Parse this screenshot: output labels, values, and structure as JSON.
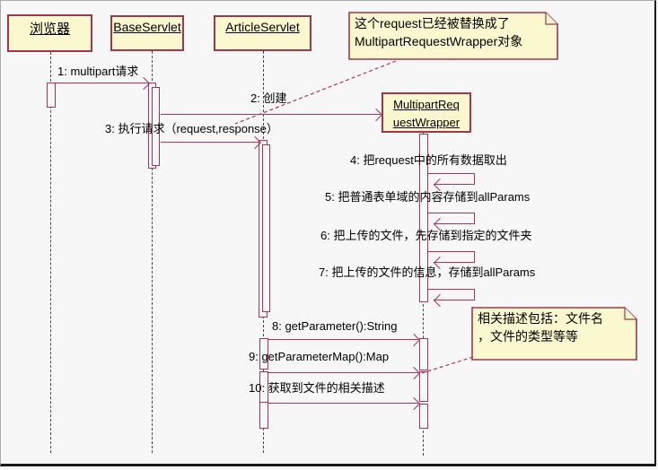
{
  "theme": {
    "line_color": "#b13158",
    "box_border": "#a2364b",
    "box_fill": "#fbf8cf",
    "lifeline_color": "#4a4a4a",
    "text_color": "#000000",
    "canvas_bg": "#f7f7f7"
  },
  "participants": [
    {
      "name": "browser",
      "label": "浏览器"
    },
    {
      "name": "base-servlet",
      "label": "BaseServlet"
    },
    {
      "name": "article-servlet",
      "label": "ArticleServlet"
    },
    {
      "name": "multipart-request-wrapper",
      "label": "MultipartReq\nuestWrapper"
    }
  ],
  "messages": [
    {
      "label": "1: multipart请求",
      "from": "浏览器",
      "to": "BaseServlet",
      "kind": "call"
    },
    {
      "label": "2: 创建",
      "from": "BaseServlet",
      "to": "MultipartRequestWrapper",
      "kind": "create"
    },
    {
      "label": "3: 执行请求（request,response）",
      "from": "BaseServlet",
      "to": "ArticleServlet",
      "kind": "call"
    },
    {
      "label": "4: 把request中的所有数据取出",
      "from": "MultipartRequestWrapper",
      "to": "MultipartRequestWrapper",
      "kind": "self"
    },
    {
      "label": "5: 把普通表单域的内容存储到allParams",
      "from": "MultipartRequestWrapper",
      "to": "MultipartRequestWrapper",
      "kind": "self"
    },
    {
      "label": "6: 把上传的文件，先存储到指定的文件夹",
      "from": "MultipartRequestWrapper",
      "to": "MultipartRequestWrapper",
      "kind": "self"
    },
    {
      "label": "7: 把上传的文件的信息，存储到allParams",
      "from": "MultipartRequestWrapper",
      "to": "MultipartRequestWrapper",
      "kind": "self"
    },
    {
      "label": "8: getParameter():String",
      "from": "ArticleServlet",
      "to": "MultipartRequestWrapper",
      "kind": "call"
    },
    {
      "label": "9: getParameterMap():Map",
      "from": "ArticleServlet",
      "to": "MultipartRequestWrapper",
      "kind": "call"
    },
    {
      "label": "10: 获取到文件的相关描述",
      "from": "ArticleServlet",
      "to": "MultipartRequestWrapper",
      "kind": "call"
    }
  ],
  "notes": [
    {
      "text": "这个request已经被替换成了\nMultipartRequestWrapper对象",
      "attached_to": "2: 创建"
    },
    {
      "text": "相关描述包括：文件名\n，文件的类型等等",
      "attached_to": "9: getParameterMap():Map"
    }
  ]
}
